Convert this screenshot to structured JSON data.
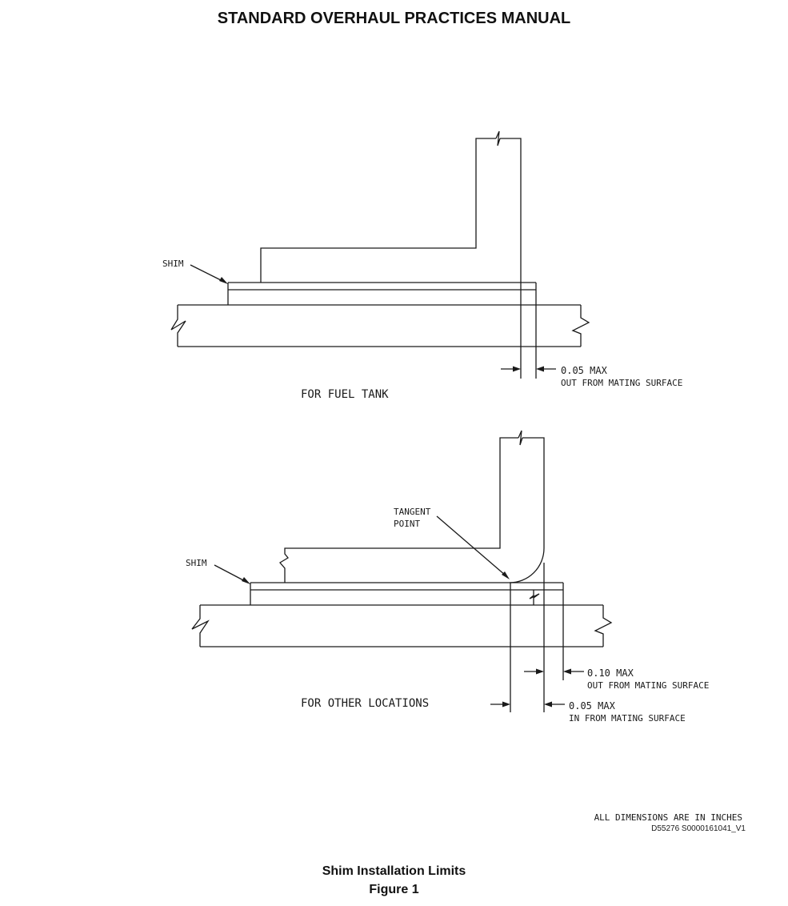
{
  "header": {
    "title": "STANDARD OVERHAUL PRACTICES MANUAL"
  },
  "diagram_top": {
    "shim_label": "SHIM",
    "dim_value": "0.05 MAX",
    "dim_desc": "OUT FROM MATING SURFACE",
    "caption": "FOR FUEL TANK"
  },
  "diagram_bottom": {
    "shim_label": "SHIM",
    "tangent_line1": "TANGENT",
    "tangent_line2": "POINT",
    "dim1_value": "0.10 MAX",
    "dim1_desc": "OUT FROM MATING SURFACE",
    "dim2_value": "0.05 MAX",
    "dim2_desc": "IN FROM MATING SURFACE",
    "caption": "FOR OTHER LOCATIONS"
  },
  "notes": {
    "units": "ALL DIMENSIONS ARE IN INCHES",
    "ref": "D55276 S0000161041_V1"
  },
  "figure": {
    "title": "Shim Installation Limits",
    "number": "Figure 1"
  }
}
